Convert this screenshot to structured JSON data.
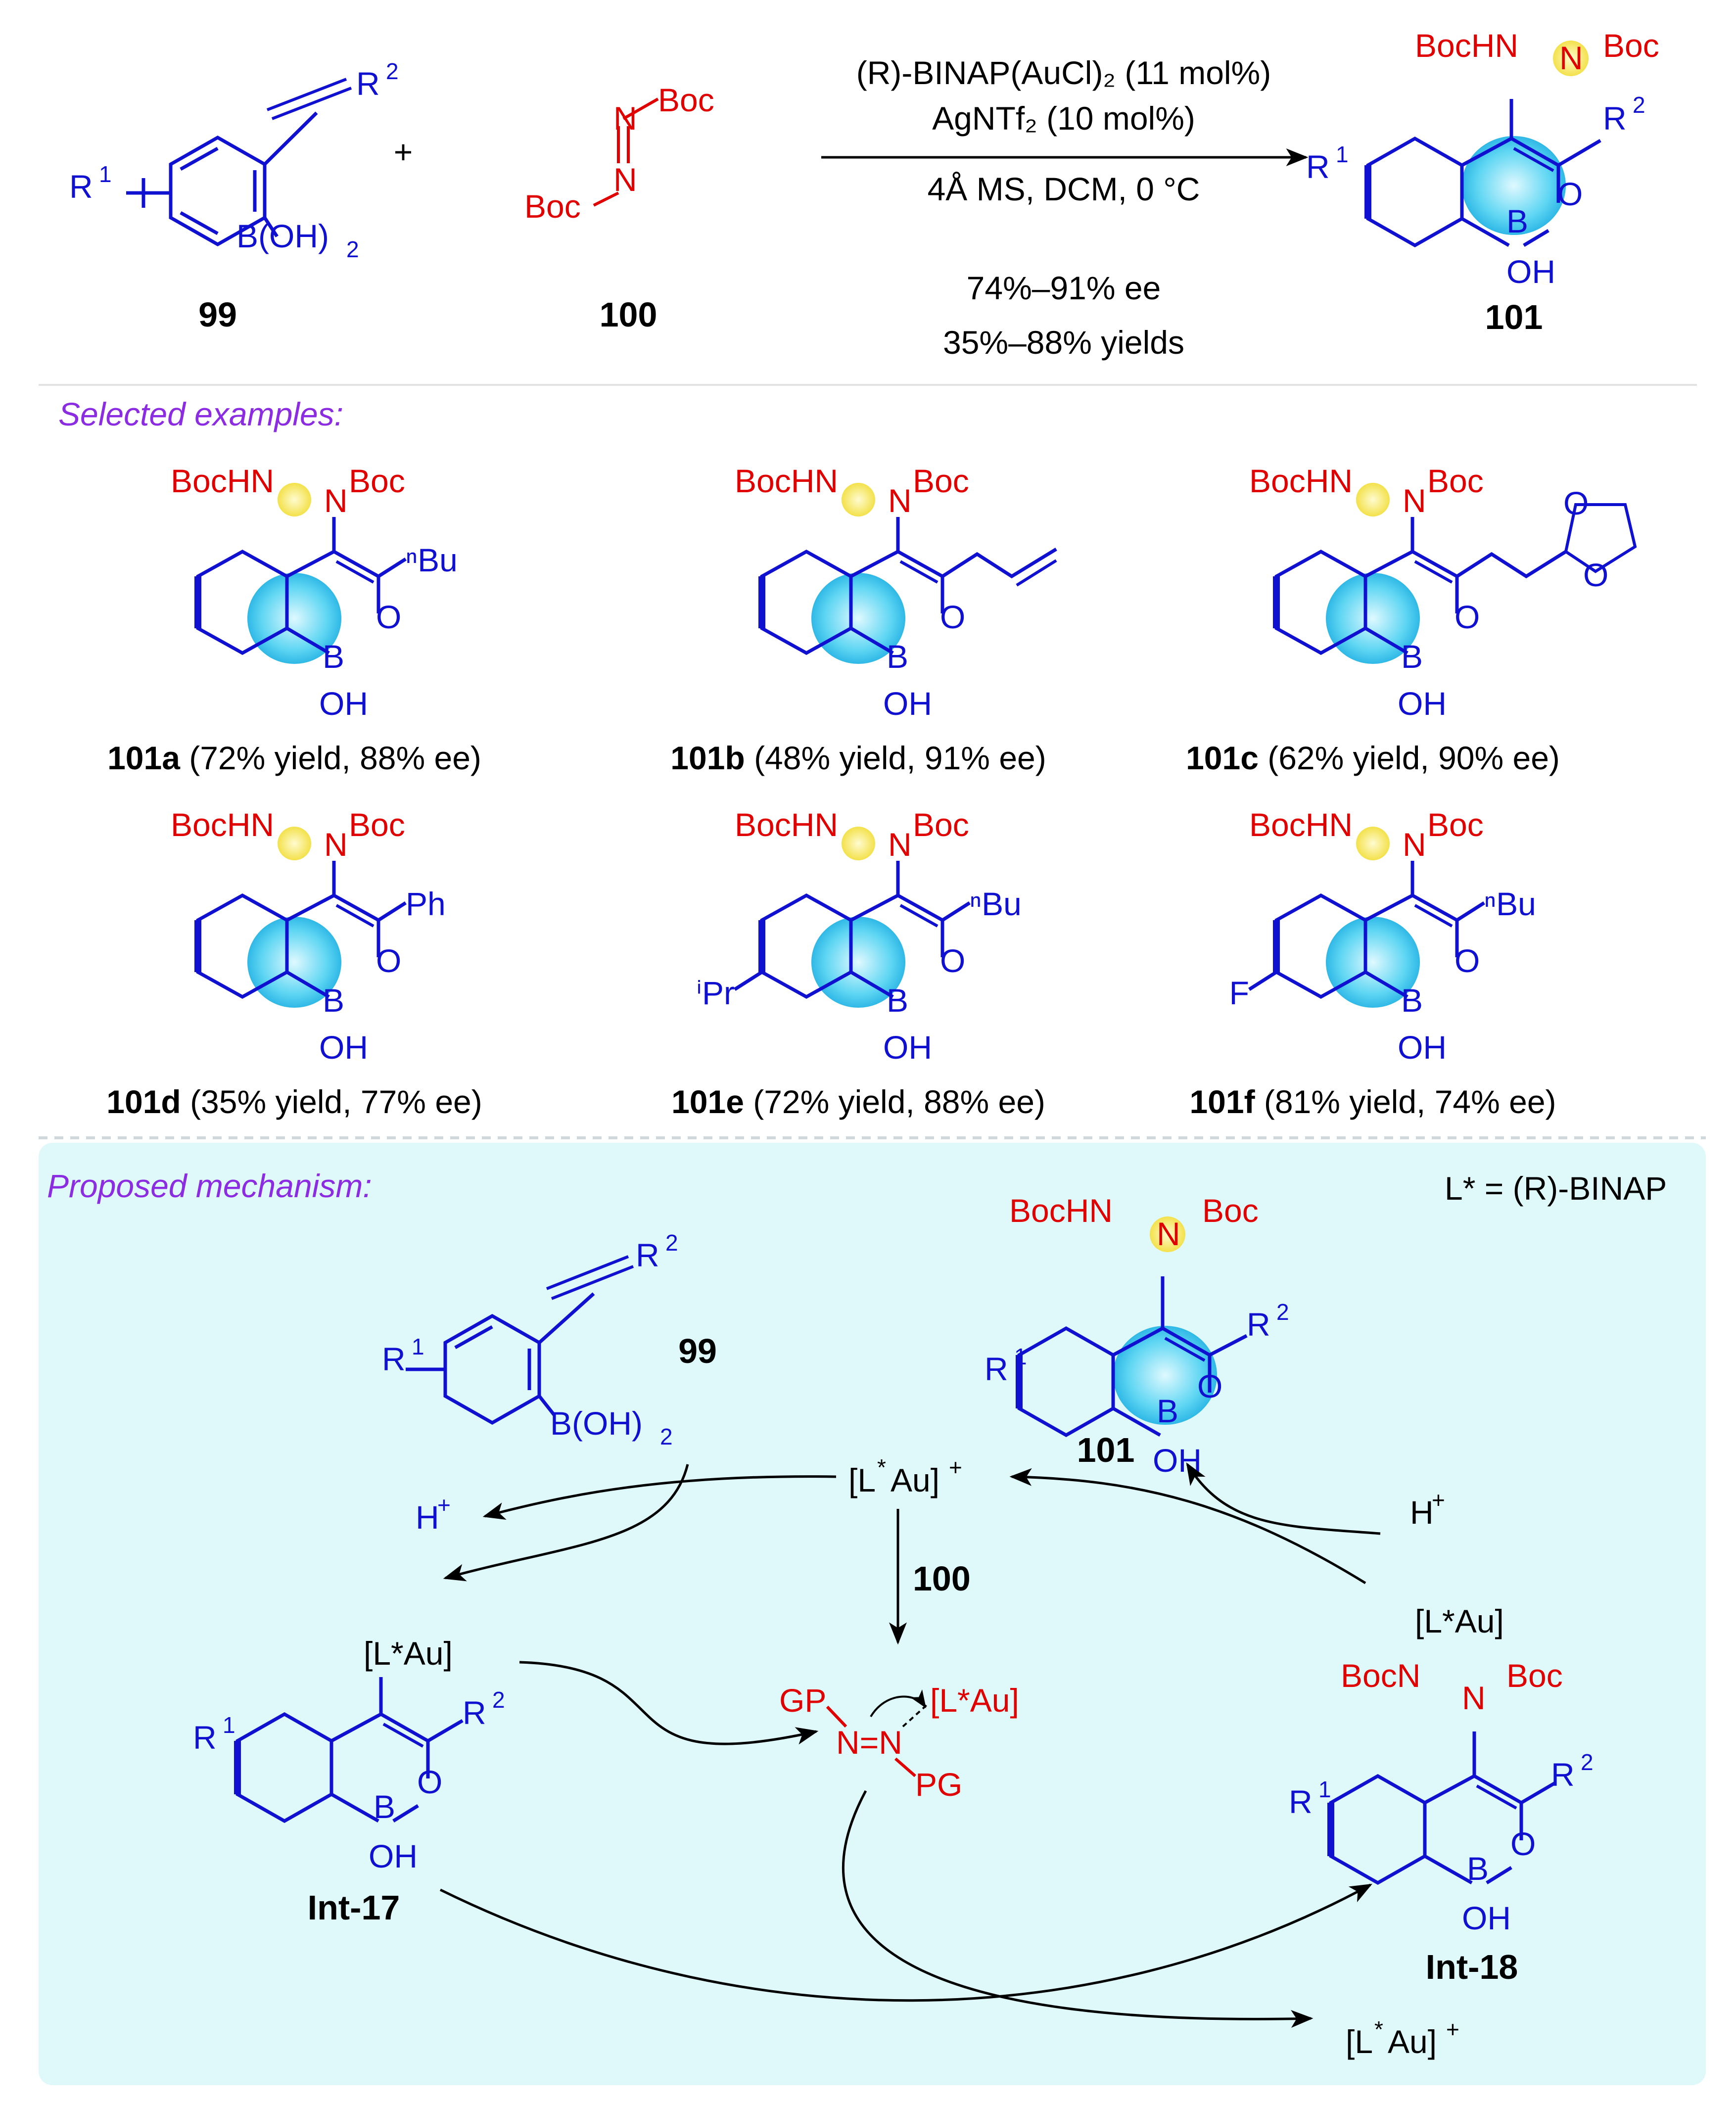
{
  "top": {
    "reactant1": {
      "r1": "R",
      "r1_sup": "1",
      "r2": "R",
      "r2_sup": "2",
      "boron": "B(OH)",
      "boron_sub": "2",
      "number": "99"
    },
    "plus": "+",
    "reactant2": {
      "n": "N",
      "boc": "Boc",
      "number": "100"
    },
    "conditions": {
      "catalyst": "(R)-BINAP(AuCl)₂ (11 mol%)",
      "additive": "AgNTf₂ (10 mol%)",
      "solvent": "4Å MS, DCM, 0 °C",
      "ee": "74%–91% ee",
      "yield": "35%–88% yields"
    }
  },
  "product": {
    "bochn": "BocHN",
    "n": "N",
    "boc": "Boc",
    "r1": "R",
    "r1_sup": "1",
    "r2": "R",
    "r2_sup": "2",
    "o": "O",
    "b": "B",
    "oh": "OH",
    "number": "101"
  },
  "examples": {
    "heading": "Selected examples:",
    "items": [
      {
        "id": "101a",
        "substituent": "ⁿBu",
        "ring_sub": "",
        "caption": "(72% yield, 88% ee)"
      },
      {
        "id": "101b",
        "substituent": "allyl",
        "ring_sub": "",
        "caption": "(48% yield, 91% ee)"
      },
      {
        "id": "101c",
        "substituent": "dioxolane",
        "ring_sub": "",
        "caption": "(62% yield, 90% ee)"
      },
      {
        "id": "101d",
        "substituent": "Ph",
        "ring_sub": "",
        "caption": "(35% yield, 77% ee)"
      },
      {
        "id": "101e",
        "substituent": "ⁿBu",
        "ring_sub": "ⁱPr",
        "caption": "(72% yield, 88% ee)"
      },
      {
        "id": "101f",
        "substituent": "ⁿBu",
        "ring_sub": "F",
        "caption": "(81% yield, 74% ee)"
      }
    ],
    "dioxolane_o": "O"
  },
  "mechanism": {
    "heading": "Proposed mechanism:",
    "ligand_def": "L* = (R)-BINAP",
    "catalyst": "[L",
    "catalyst_au": "Au]",
    "star": "*",
    "plus": "+",
    "proton": "H",
    "reagent_label": "100",
    "int17": {
      "au": "[L*Au]",
      "label": "Int-17"
    },
    "azo": {
      "gp": "GP",
      "nn": "N=N",
      "au": "[L*Au]",
      "pg": "PG"
    },
    "int18": {
      "au": "[L*Au]",
      "bocn": "BocN",
      "label": "Int-18"
    }
  },
  "colors": {
    "reagent_red": "#e00000",
    "structure_blue": "#1010d0",
    "heading_purple": "#8b2be2",
    "panel_cyan": "#dff8fa"
  }
}
